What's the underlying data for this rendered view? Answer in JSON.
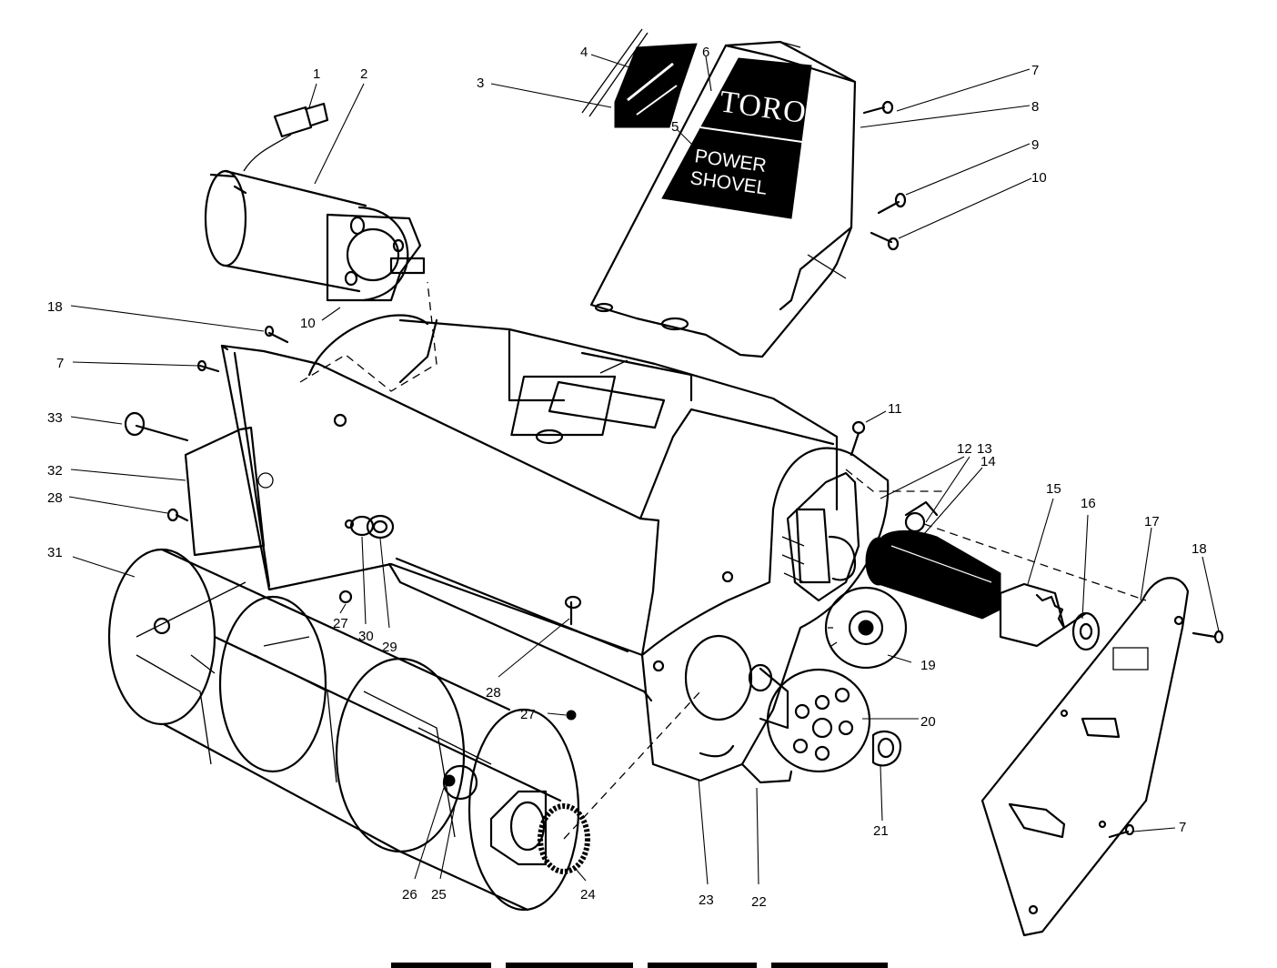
{
  "decal": {
    "brand": "TORO",
    "line1": "POWER",
    "line2": "SHOVEL"
  },
  "callouts": [
    "1",
    "2",
    "3",
    "4",
    "5",
    "6",
    "7",
    "8",
    "9",
    "10",
    "10",
    "18",
    "7",
    "33",
    "32",
    "28",
    "31",
    "27",
    "30",
    "29",
    "28",
    "27",
    "26",
    "25",
    "24",
    "23",
    "22",
    "21",
    "20",
    "19",
    "11",
    "12",
    "13",
    "14",
    "15",
    "16",
    "17",
    "18",
    "7"
  ]
}
